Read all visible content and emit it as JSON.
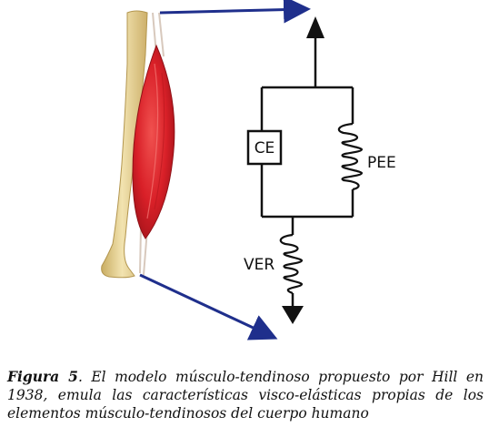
{
  "diagram": {
    "labels": {
      "ce": "CE",
      "pee": "PEE",
      "ver": "VER"
    }
  },
  "caption": {
    "lead": "Figura 5",
    "text": ". El modelo músculo-tendinoso propuesto por Hill en 1938, emula las características visco-elásticas propias de los elementos músculo-tendinosos del cuerpo humano"
  },
  "colors": {
    "bone": "#e8d49a",
    "muscle": "#d9242b",
    "arrow_blue": "#1f2f8c",
    "line_black": "#111111"
  }
}
